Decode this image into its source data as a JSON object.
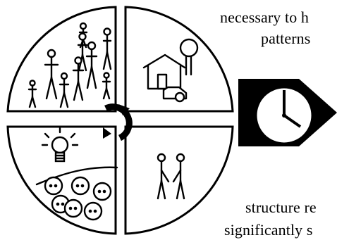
{
  "text_fragments": [
    "necessary to h",
    "patterns",
    "structure re",
    "significantly s"
  ],
  "icons": {
    "top_left_quadrant": "crowd-of-people-icon",
    "top_right_quadrant": "house-tree-car-icon",
    "bottom_left_quadrant": "lightbulb-and-thinking-faces-icon",
    "bottom_right_quadrant": "handshake-people-icon",
    "center": "circular-cycle-arrows-icon",
    "arrow": "clock-arrow-icon"
  },
  "colors": {
    "stroke": "#000000",
    "background": "#ffffff"
  }
}
